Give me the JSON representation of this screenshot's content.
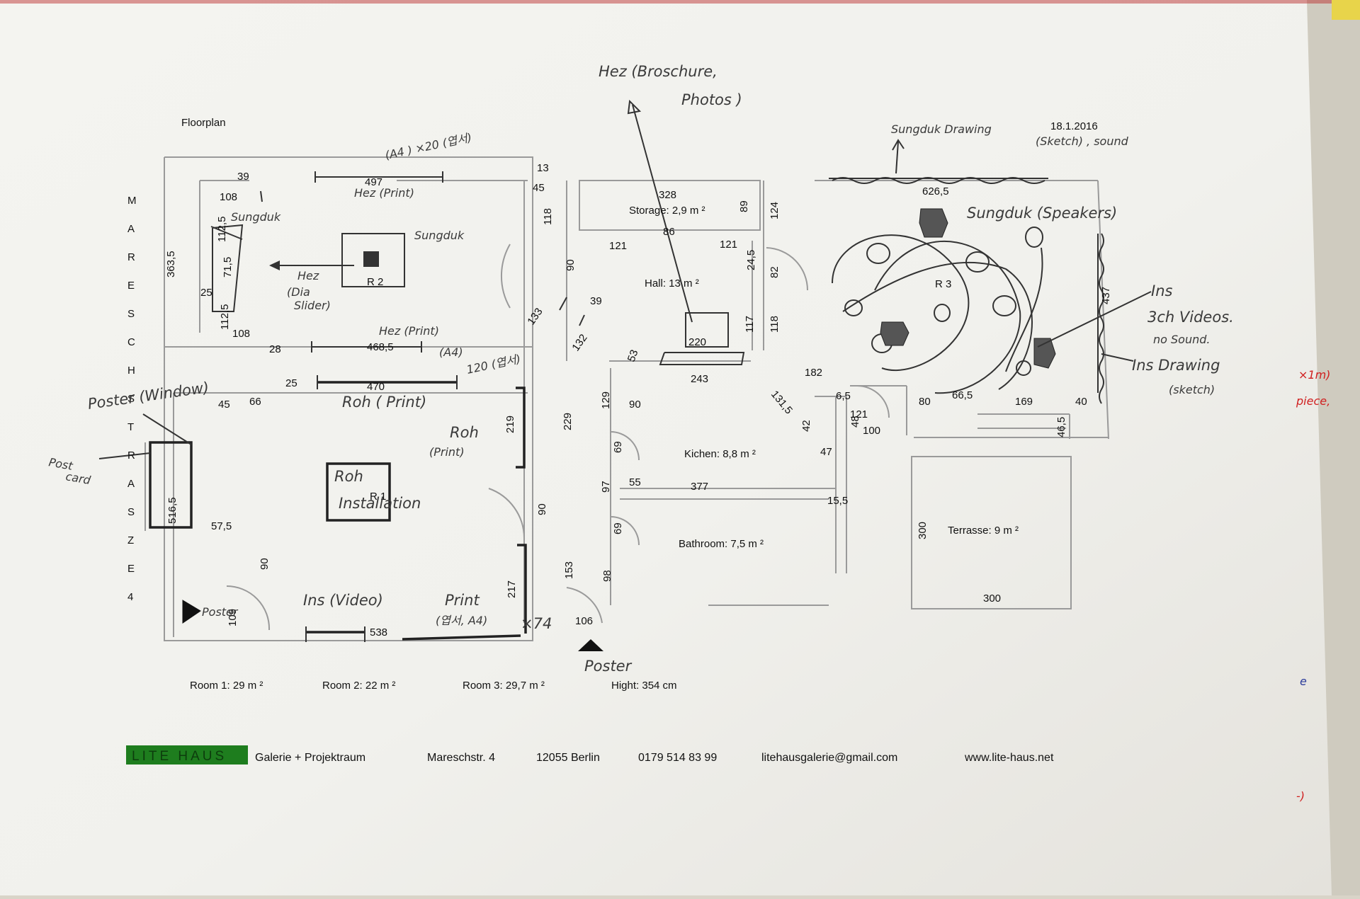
{
  "header": {
    "title": "Floorplan",
    "date": "18.1.2016"
  },
  "street": {
    "letters": [
      "M",
      "A",
      "R",
      "E",
      "S",
      "C",
      "H",
      "S",
      "T",
      "R",
      "A",
      "S",
      "Z",
      "E",
      "4"
    ]
  },
  "rooms": {
    "r1": "R 1",
    "r2": "R 2",
    "r3": "R 3",
    "storage": "Storage: 2,9 m ²",
    "hall": "Hall: 13 m ²",
    "kitchen": "Kichen: 8,8  m ²",
    "bathroom": "Bathroom: 7,5 m ²",
    "terrasse": "Terrasse: 9 m ²"
  },
  "dimensions": {
    "d39": "39",
    "d108a": "108",
    "d125a": "112,5",
    "d715": "71,5",
    "d3635": "363,5",
    "d25a": "25",
    "d125b": "112,5",
    "d108b": "108",
    "d28": "28",
    "d4685": "468,5",
    "d497": "497",
    "d13": "13",
    "d45a": "45",
    "d118a": "118",
    "d328": "328",
    "d89": "89",
    "d124": "124",
    "d86": "86",
    "d121a": "121",
    "d121b": "121",
    "d245": "24,5",
    "d82": "82",
    "d90a": "90",
    "d39b": "39",
    "d133": "133",
    "d132": "132",
    "d53": "53",
    "d117": "117",
    "d118b": "118",
    "d220": "220",
    "d243": "243",
    "d6265": "626,5",
    "d437": "437",
    "d182": "182",
    "d1315": "131,5",
    "d65": "6,5",
    "d121c": "121",
    "d100": "100",
    "d80": "80",
    "d665": "66,5",
    "d169": "169",
    "d40": "40",
    "d465": "46,5",
    "d42": "42",
    "d48": "48",
    "d47": "47",
    "d25b": "25",
    "d470": "470",
    "d45b": "45",
    "d66": "66",
    "d219": "219",
    "d229": "229",
    "d129": "129",
    "d90b": "90",
    "d69a": "69",
    "d97": "97",
    "d55": "55",
    "d377": "377",
    "d155": "15,5",
    "d69b": "69",
    "d5165": "516,5",
    "d575": "57,5",
    "d90c": "90",
    "d90d": "90",
    "d300a": "300",
    "d300b": "300",
    "d153": "153",
    "d98": "98",
    "d217": "217",
    "d106": "106",
    "d109": "109",
    "d538": "538"
  },
  "notes": {
    "hez_brochure_1": "Hez (Broschure,",
    "hez_brochure_2": "Photos )",
    "sungduk_drawing": "Sungduk Drawing",
    "sketch_sound": "(Sketch) , sound",
    "a4_top": "(A4 ) ×20 (엽서)",
    "hez_print": "Hez (Print)",
    "sungduk_r2": "Sungduk",
    "sungduk_left": "Sungduk",
    "hez_dia_1": "Hez",
    "hez_dia_2": "(Dia",
    "hez_dia_3": "Slider)",
    "sungduk_speakers": "Sungduk (Speakers)",
    "ins_1": "Ins",
    "ins_2": "3ch Videos.",
    "ins_3": "no Sound.",
    "ins_drawing_1": "Ins Drawing",
    "ins_drawing_2": "(sketch)",
    "hez_print_2": "Hez (Print)",
    "a4_mid": "(A4)",
    "postcard_120": "120 (엽서)",
    "roh_print_line": "Roh ( Print)",
    "roh_1": "Roh",
    "roh_2": "(Print)",
    "poster_window": "Poster (Window)",
    "post_card_1": "Post",
    "post_card_2": "card",
    "roh_inst_1": "Roh",
    "roh_inst_2": "Installation",
    "ins_video": "Ins (Video)",
    "print_1": "Print",
    "print_2": "(엽서, A4)",
    "x74": "×74",
    "poster_left": "Poster",
    "poster_bottom": "Poster",
    "red_1": "×1m)",
    "red_2": "piece,"
  },
  "summary": {
    "room1": "Room 1: 29 m ²",
    "room2": "Room 2: 22 m ²",
    "room3": "Room 3:  29,7 m ²",
    "height": "Hight: 354 cm"
  },
  "footer": {
    "logo": "LITE HAUS",
    "galerie": "Galerie + Projektraum",
    "address": "Mareschstr. 4",
    "city": "12055 Berlin",
    "phone": "0179 514 83 99",
    "email": "litehausgalerie@gmail.com",
    "web": "www.lite-haus.net"
  },
  "margin_marks": [
    "e",
    "-)"
  ],
  "colors": {
    "paper": "#f3f2ee",
    "logo_bg": "#1e7d1e",
    "ink": "#333333",
    "red_ink": "#d02020",
    "blue_ink": "#2a3a9a"
  }
}
